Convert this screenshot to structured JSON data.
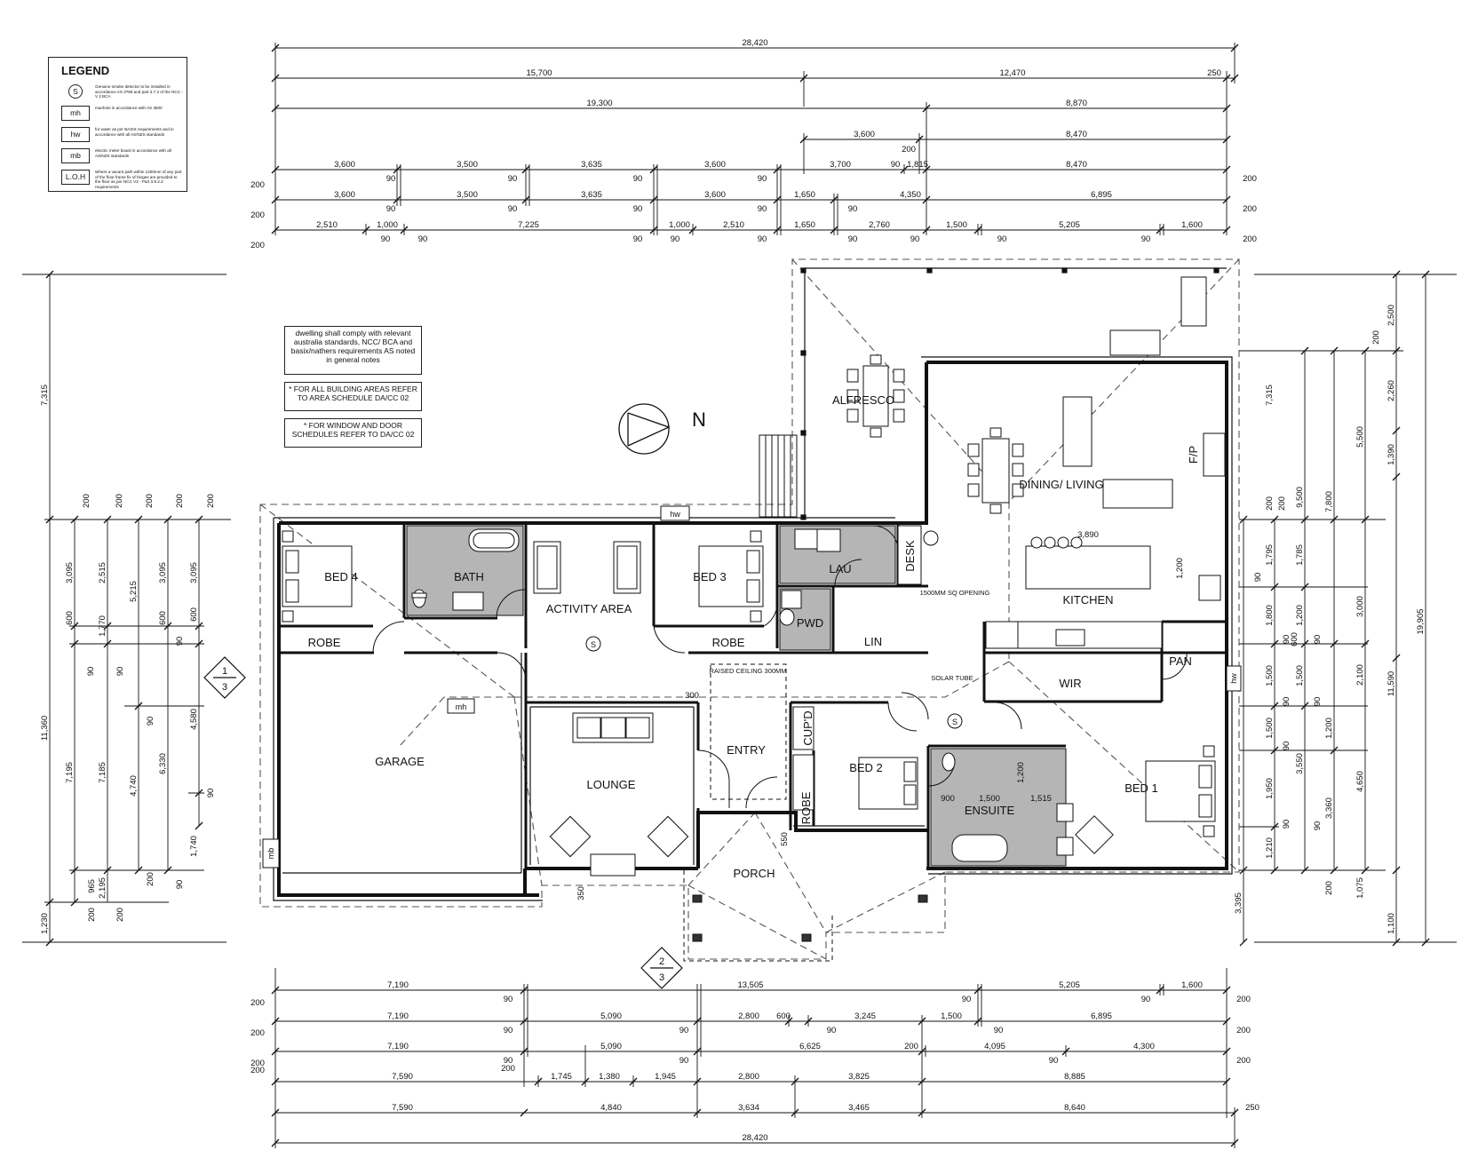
{
  "legend": {
    "title": "LEGEND",
    "items": [
      {
        "symbol": "S",
        "text": "Genuine smoke detector to be installed in accordance AS 3786 and part 3.7.2 of the NCC - V 2 BCA"
      },
      {
        "symbol": "mh",
        "text": "manhole in accordance with AS 3500"
      },
      {
        "symbol": "hw",
        "text": "for water as per BASIX requirements and in accordance with all AS/NZS standards"
      },
      {
        "symbol": "mb",
        "text": "electric meter board in accordance with all AS/NZS standards"
      },
      {
        "symbol": "L.O.H",
        "text": "Where a vacant path within 1200mm of any part of the floor frame fix of hinges are provided to the floor as per NCC V2 - Part 3.9.2.3 requirements"
      }
    ]
  },
  "notes": [
    "dwelling shall comply with relevant australia standards, NCC/ BCA and basix/nathers requirements AS noted in general notes",
    "* FOR ALL BUILDING AREAS REFER TO AREA SCHEDULE DA/CC 02",
    "* FOR WINDOW AND DOOR SCHEDULES REFER TO DA/CC 02"
  ],
  "north": "N",
  "rooms": [
    {
      "name": "BED 4"
    },
    {
      "name": "BATH"
    },
    {
      "name": "ACTIVITY AREA"
    },
    {
      "name": "BED 3"
    },
    {
      "name": "LAU"
    },
    {
      "name": "DESK"
    },
    {
      "name": "PWD"
    },
    {
      "name": "LIN"
    },
    {
      "name": "ROBE"
    },
    {
      "name": "ALFRESCO"
    },
    {
      "name": "DINING/ LIVING"
    },
    {
      "name": "KITCHEN"
    },
    {
      "name": "F/P"
    },
    {
      "name": "PAN"
    },
    {
      "name": "WIR"
    },
    {
      "name": "GARAGE"
    },
    {
      "name": "LOUNGE"
    },
    {
      "name": "ENTRY"
    },
    {
      "name": "BED 2"
    },
    {
      "name": "ENSUITE"
    },
    {
      "name": "BED 1"
    },
    {
      "name": "PORCH"
    },
    {
      "name": "CUP'D"
    }
  ],
  "annotations": {
    "opening": "1500MM SQ OPENING",
    "solar": "SOLAR TUBE",
    "raised": "RAISED CEILING 300MM",
    "section_top_num": "1",
    "section_top_sheet": "3",
    "section_bottom_num": "2",
    "section_bottom_sheet": "3",
    "smoke": "S",
    "mh": "mh",
    "hw": "hw",
    "mb": "mb"
  },
  "dimensions_top": {
    "overall": "28,420",
    "row2": [
      "15,700",
      "12,470",
      "250"
    ],
    "row3": [
      "19,300",
      "8,870"
    ],
    "row4": [
      "3,600",
      "200",
      "8,470"
    ],
    "row5": [
      "3,600",
      "90",
      "3,500",
      "90",
      "3,635",
      "90",
      "3,600",
      "90",
      "3,700",
      "90",
      "1,815",
      "8,470",
      "200"
    ],
    "row6": [
      "3,600",
      "90",
      "3,500",
      "90",
      "3,635",
      "90",
      "3,600",
      "90",
      "1,650",
      "90",
      "4,350",
      "6,895",
      "200"
    ],
    "row7": [
      "2,510",
      "1,000",
      "90",
      "90",
      "7,225",
      "90",
      "1,000",
      "90",
      "2,510",
      "90",
      "1,650",
      "90",
      "2,760",
      "90",
      "1,500",
      "90",
      "5,205",
      "90",
      "1,600",
      "200"
    ],
    "left_200": [
      "200",
      "200",
      "200"
    ]
  },
  "dimensions_bottom": {
    "row1": [
      "7,190",
      "90",
      "13,505",
      "90",
      "5,205",
      "90",
      "1,600",
      "200"
    ],
    "row2": [
      "7,190",
      "90",
      "5,090",
      "90",
      "2,800",
      "600",
      "90",
      "3,245",
      "1,500",
      "90",
      "6,895",
      "200"
    ],
    "row3": [
      "7,190",
      "90",
      "5,090",
      "90",
      "6,625",
      "200",
      "4,095",
      "90",
      "4,300",
      "200"
    ],
    "row4": [
      "7,590",
      "200",
      "1,745",
      "1,380",
      "1,945",
      "2,800",
      "3,825",
      "8,885"
    ],
    "row5": [
      "7,590",
      "4,840",
      "3,634",
      "3,465",
      "8,640",
      "250"
    ],
    "overall": "28,420",
    "left_200": [
      "200",
      "200",
      "200",
      "200"
    ]
  },
  "dimensions_left": {
    "outer": [
      "7,315",
      "11,360",
      "1,230"
    ],
    "top200": [
      "200",
      "200",
      "200",
      "200",
      "200"
    ],
    "col1": [
      "3,095",
      "600",
      "1,770",
      "90",
      "7,195",
      "965",
      "200"
    ],
    "col2": [
      "2,515",
      "5,215",
      "90",
      "7,185",
      "2,195",
      "200"
    ],
    "col3": [
      "3,095",
      "600",
      "4,740",
      "6,330",
      "90",
      "200"
    ],
    "col4": [
      "3,095",
      "600",
      "90",
      "4,580",
      "90",
      "1,740",
      "90"
    ]
  },
  "dimensions_right": {
    "outer": [
      "19,905",
      "11,590",
      "9,500",
      "7,315",
      "1,100",
      "3,395",
      "1,075"
    ],
    "col_a": [
      "2,500",
      "2,260",
      "1,390",
      "5,500",
      "7,800",
      "2,100",
      "4,650",
      "200"
    ],
    "col_b": [
      "200",
      "1,795",
      "1,800",
      "1,500",
      "1,500",
      "1,950",
      "1,210",
      "90",
      "90",
      "90",
      "90"
    ],
    "col_c": [
      "1,785",
      "1,200",
      "1,500",
      "1,200",
      "3,550",
      "3,360",
      "3,000",
      "200"
    ],
    "col_d": [
      "200",
      "600",
      "90",
      "90",
      "90",
      "90"
    ]
  },
  "kitchen_dims": {
    "bench": "3,890",
    "island": "1,200"
  },
  "internal_dims": [
    "300",
    "550",
    "350",
    "900",
    "1,500",
    "1,515",
    "1,200"
  ]
}
